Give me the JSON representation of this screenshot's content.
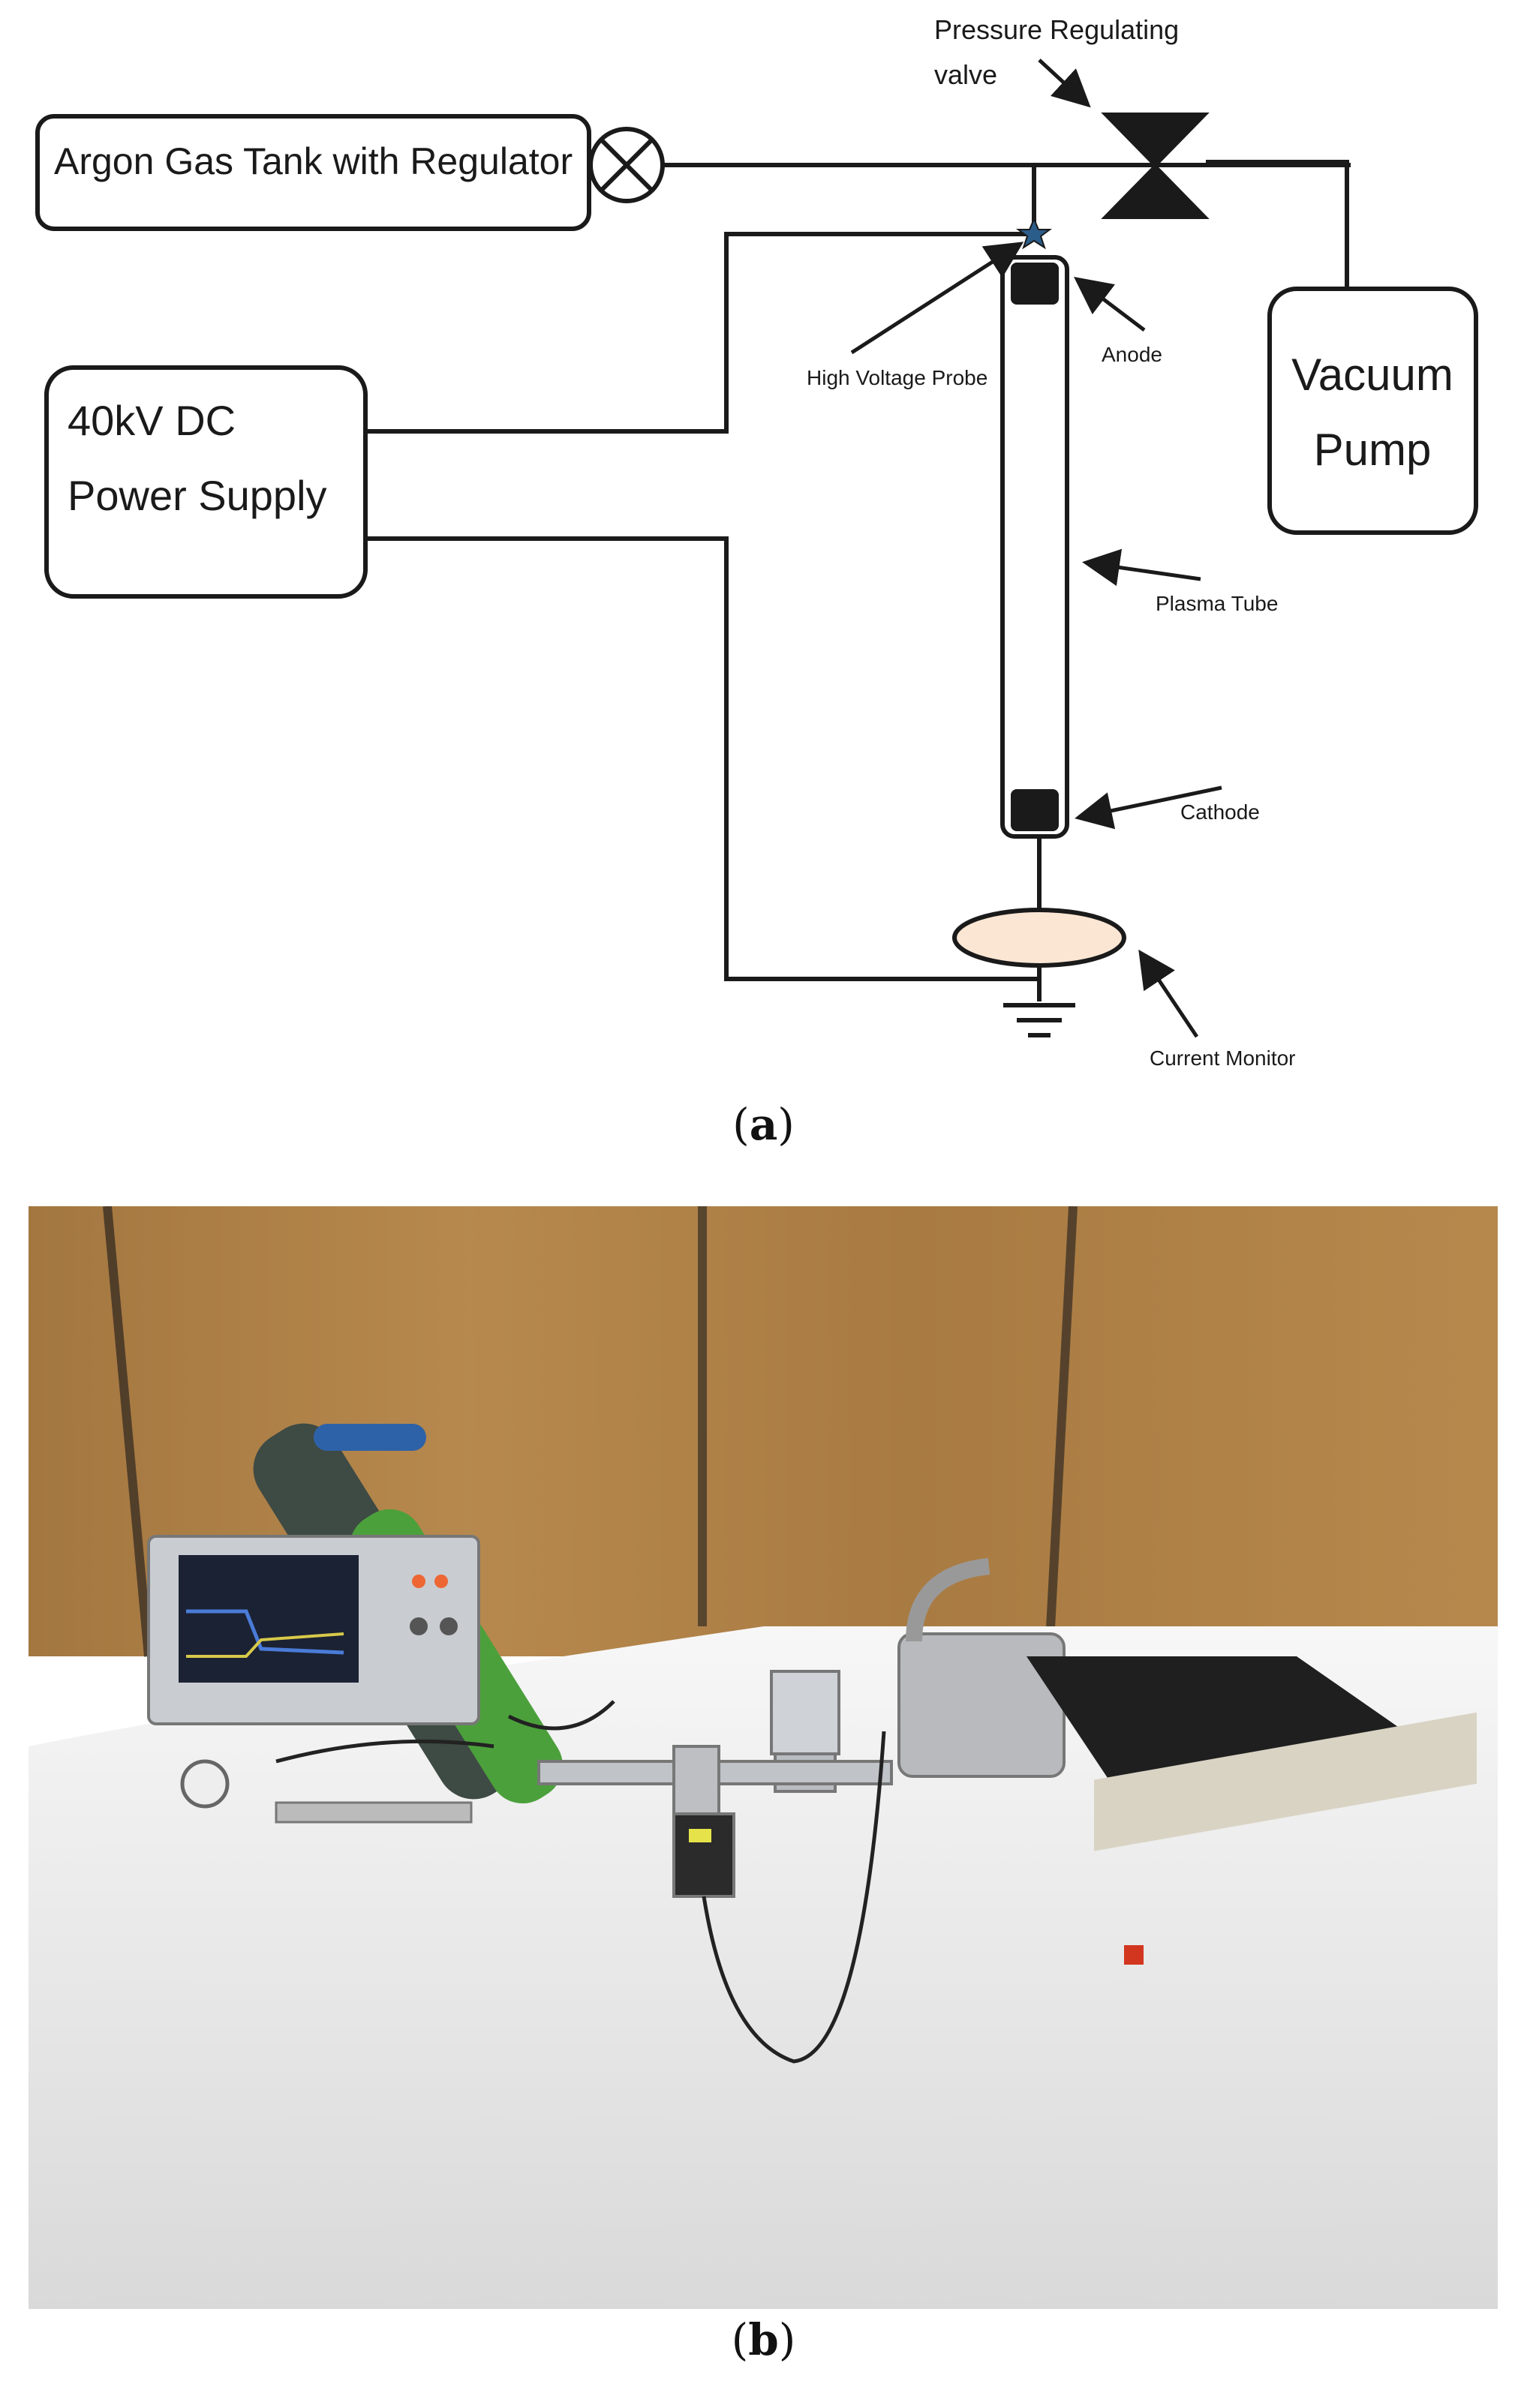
{
  "diagram": {
    "labels": {
      "argon_tank": "Argon Gas Tank with Regulator",
      "power_supply_line1": "40kV DC",
      "power_supply_line2": "Power Supply",
      "pressure_valve_line1": "Pressure Regulating",
      "pressure_valve_line2": "valve",
      "vacuum_pump_line1": "Vacuum",
      "vacuum_pump_line2": "Pump",
      "hv_probe": "High Voltage Probe",
      "anode": "Anode",
      "plasma_tube": "Plasma Tube",
      "cathode": "Cathode",
      "current_monitor": "Current Monitor"
    }
  },
  "captions": {
    "a": "a",
    "b": "b"
  },
  "colors": {
    "line": "#1a1a1a",
    "monitor_fill": "#fbe6d4",
    "electrode_fill": "#1a1a1a",
    "wall": "#b98a4e",
    "cloth": "#eeeeee"
  }
}
